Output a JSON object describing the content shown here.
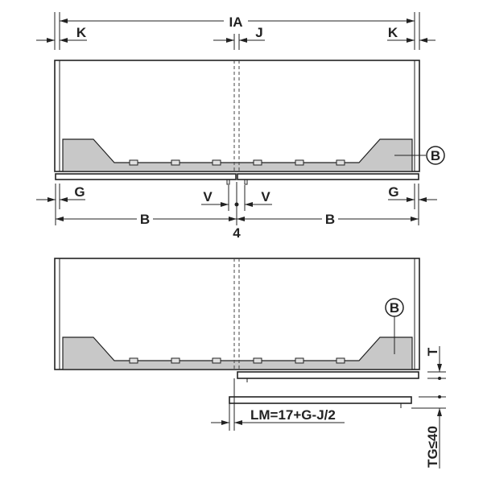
{
  "labels": {
    "ia": "IA",
    "k_left": "K",
    "k_right": "K",
    "j": "J",
    "g_left": "G",
    "g_right": "G",
    "v_left": "V",
    "v_right": "V",
    "b_left": "B",
    "b_right": "B",
    "four": "4",
    "callout_top": "B",
    "callout_bottom": "B",
    "lm": "LM=17+G-J/2",
    "t": "T",
    "tg": "TG≤40"
  },
  "colors": {
    "line": "#222222",
    "fill": "#c8c8c8"
  }
}
